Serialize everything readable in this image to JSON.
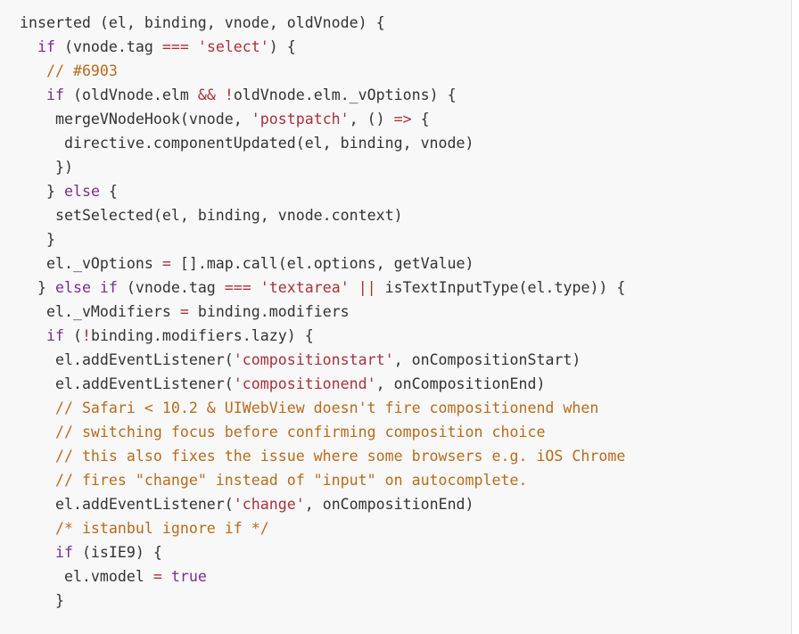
{
  "colors": {
    "background": "#f8f8f8",
    "plain": "#333333",
    "keyword": "#7a2e8e",
    "string": "#a8323b",
    "operator": "#a8323b",
    "comment": "#b86b1e"
  },
  "code": {
    "lines": [
      {
        "indent": "",
        "tokens": [
          {
            "t": "plain",
            "v": "inserted (el, binding, vnode, oldVnode) {"
          }
        ]
      },
      {
        "indent": "  ",
        "tokens": [
          {
            "t": "kw",
            "v": "if"
          },
          {
            "t": "plain",
            "v": " (vnode.tag "
          },
          {
            "t": "op",
            "v": "==="
          },
          {
            "t": "plain",
            "v": " "
          },
          {
            "t": "str",
            "v": "'select'"
          },
          {
            "t": "plain",
            "v": ") {"
          }
        ]
      },
      {
        "indent": "   ",
        "tokens": [
          {
            "t": "cmt",
            "v": "// #6903"
          }
        ]
      },
      {
        "indent": "   ",
        "tokens": [
          {
            "t": "kw",
            "v": "if"
          },
          {
            "t": "plain",
            "v": " (oldVnode.elm "
          },
          {
            "t": "op",
            "v": "&&"
          },
          {
            "t": "plain",
            "v": " "
          },
          {
            "t": "op",
            "v": "!"
          },
          {
            "t": "plain",
            "v": "oldVnode.elm._vOptions) {"
          }
        ]
      },
      {
        "indent": "    ",
        "tokens": [
          {
            "t": "plain",
            "v": "mergeVNodeHook(vnode, "
          },
          {
            "t": "str",
            "v": "'postpatch'"
          },
          {
            "t": "plain",
            "v": ", () "
          },
          {
            "t": "op",
            "v": "=>"
          },
          {
            "t": "plain",
            "v": " {"
          }
        ]
      },
      {
        "indent": "     ",
        "tokens": [
          {
            "t": "plain",
            "v": "directive.componentUpdated(el, binding, vnode)"
          }
        ]
      },
      {
        "indent": "    ",
        "tokens": [
          {
            "t": "plain",
            "v": "})"
          }
        ]
      },
      {
        "indent": "   ",
        "tokens": [
          {
            "t": "plain",
            "v": "} "
          },
          {
            "t": "kw",
            "v": "else"
          },
          {
            "t": "plain",
            "v": " {"
          }
        ]
      },
      {
        "indent": "    ",
        "tokens": [
          {
            "t": "plain",
            "v": "setSelected(el, binding, vnode.context)"
          }
        ]
      },
      {
        "indent": "   ",
        "tokens": [
          {
            "t": "plain",
            "v": "}"
          }
        ]
      },
      {
        "indent": "   ",
        "tokens": [
          {
            "t": "plain",
            "v": "el._vOptions "
          },
          {
            "t": "op",
            "v": "="
          },
          {
            "t": "plain",
            "v": " [].map.call(el.options, getValue)"
          }
        ]
      },
      {
        "indent": "  ",
        "tokens": [
          {
            "t": "plain",
            "v": "} "
          },
          {
            "t": "kw",
            "v": "else if"
          },
          {
            "t": "plain",
            "v": " (vnode.tag "
          },
          {
            "t": "op",
            "v": "==="
          },
          {
            "t": "plain",
            "v": " "
          },
          {
            "t": "str",
            "v": "'textarea'"
          },
          {
            "t": "plain",
            "v": " "
          },
          {
            "t": "op",
            "v": "||"
          },
          {
            "t": "plain",
            "v": " isTextInputType(el.type)) {"
          }
        ]
      },
      {
        "indent": "   ",
        "tokens": [
          {
            "t": "plain",
            "v": "el._vModifiers "
          },
          {
            "t": "op",
            "v": "="
          },
          {
            "t": "plain",
            "v": " binding.modifiers"
          }
        ]
      },
      {
        "indent": "   ",
        "tokens": [
          {
            "t": "kw",
            "v": "if"
          },
          {
            "t": "plain",
            "v": " ("
          },
          {
            "t": "op",
            "v": "!"
          },
          {
            "t": "plain",
            "v": "binding.modifiers.lazy) {"
          }
        ]
      },
      {
        "indent": "    ",
        "tokens": [
          {
            "t": "plain",
            "v": "el.addEventListener("
          },
          {
            "t": "str",
            "v": "'compositionstart'"
          },
          {
            "t": "plain",
            "v": ", onCompositionStart)"
          }
        ]
      },
      {
        "indent": "    ",
        "tokens": [
          {
            "t": "plain",
            "v": "el.addEventListener("
          },
          {
            "t": "str",
            "v": "'compositionend'"
          },
          {
            "t": "plain",
            "v": ", onCompositionEnd)"
          }
        ]
      },
      {
        "indent": "    ",
        "tokens": [
          {
            "t": "cmt",
            "v": "// Safari < 10.2 & UIWebView doesn't fire compositionend when"
          }
        ]
      },
      {
        "indent": "    ",
        "tokens": [
          {
            "t": "cmt",
            "v": "// switching focus before confirming composition choice"
          }
        ]
      },
      {
        "indent": "    ",
        "tokens": [
          {
            "t": "cmt",
            "v": "// this also fixes the issue where some browsers e.g. iOS Chrome"
          }
        ]
      },
      {
        "indent": "    ",
        "tokens": [
          {
            "t": "cmt",
            "v": "// fires \"change\" instead of \"input\" on autocomplete."
          }
        ]
      },
      {
        "indent": "    ",
        "tokens": [
          {
            "t": "plain",
            "v": "el.addEventListener("
          },
          {
            "t": "str",
            "v": "'change'"
          },
          {
            "t": "plain",
            "v": ", onCompositionEnd)"
          }
        ]
      },
      {
        "indent": "    ",
        "tokens": [
          {
            "t": "cmt",
            "v": "/* istanbul ignore if */"
          }
        ]
      },
      {
        "indent": "    ",
        "tokens": [
          {
            "t": "kw",
            "v": "if"
          },
          {
            "t": "plain",
            "v": " (isIE9) {"
          }
        ]
      },
      {
        "indent": "     ",
        "tokens": [
          {
            "t": "plain",
            "v": "el.vmodel "
          },
          {
            "t": "op",
            "v": "="
          },
          {
            "t": "plain",
            "v": " "
          },
          {
            "t": "kw",
            "v": "true"
          }
        ]
      },
      {
        "indent": "    ",
        "tokens": [
          {
            "t": "plain",
            "v": "}"
          }
        ]
      }
    ]
  }
}
